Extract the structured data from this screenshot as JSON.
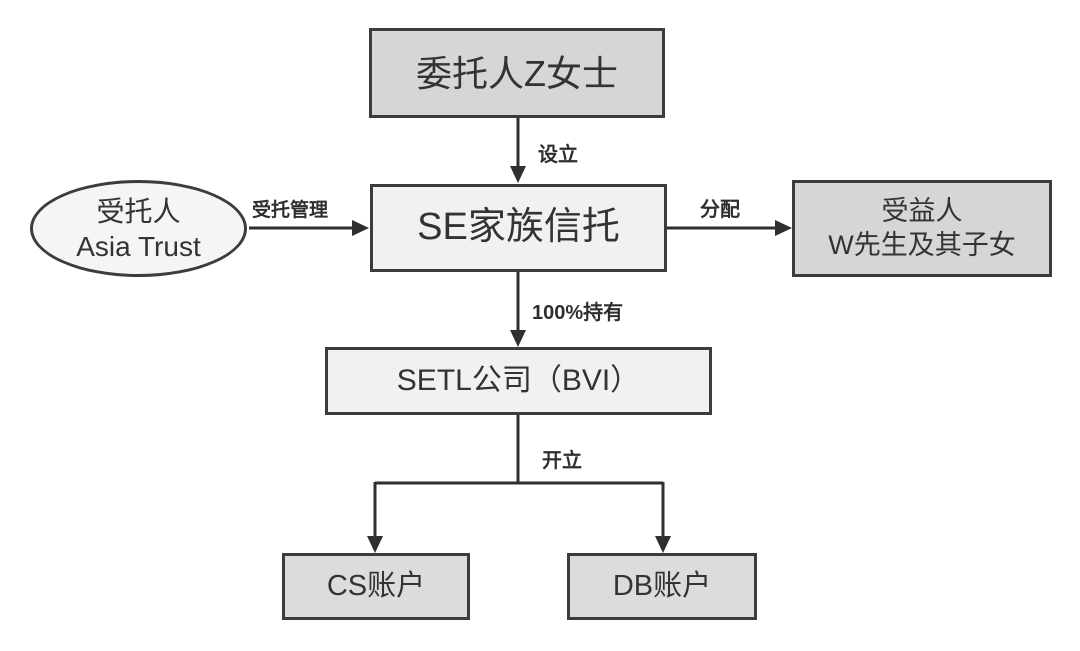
{
  "diagram": {
    "description": "Family trust structure flowchart",
    "nodes": {
      "settlor": {
        "label": "委托人Z女士",
        "shape": "rect",
        "fill": "#d6d6d6"
      },
      "trustee": {
        "line1": "受托人",
        "line2": "Asia Trust",
        "shape": "ellipse",
        "fill": "#f5f5f5"
      },
      "trust": {
        "label": "SE家族信托",
        "shape": "rect",
        "fill": "#f1f1f1"
      },
      "beneficiary": {
        "line1": "受益人",
        "line2": "W先生及其子女",
        "shape": "rect",
        "fill": "#d6d6d6"
      },
      "company": {
        "label": "SETL公司（BVI）",
        "shape": "rect",
        "fill": "#f1f1f1"
      },
      "cs_account": {
        "label": "CS账户",
        "shape": "rect",
        "fill": "#dcdcdc"
      },
      "db_account": {
        "label": "DB账户",
        "shape": "rect",
        "fill": "#dcdcdc"
      }
    },
    "edges": {
      "establish": {
        "label": "设立",
        "from": "settlor",
        "to": "trust"
      },
      "entrust": {
        "label": "受托管理",
        "from": "trustee",
        "to": "trust"
      },
      "distribute": {
        "label": "分配",
        "from": "trust",
        "to": "beneficiary"
      },
      "holding": {
        "label": "100%持有",
        "from": "trust",
        "to": "company"
      },
      "open": {
        "label": "开立",
        "from": "company",
        "to": "cs_account / db_account"
      }
    },
    "colors": {
      "background": "#ffffff",
      "border": "#3c3c3c",
      "line": "#2f2f2f",
      "text": "#333333",
      "node_dark_gray": "#d6d6d6",
      "node_light_gray": "#f1f1f1",
      "node_account_gray": "#dcdcdc"
    }
  }
}
